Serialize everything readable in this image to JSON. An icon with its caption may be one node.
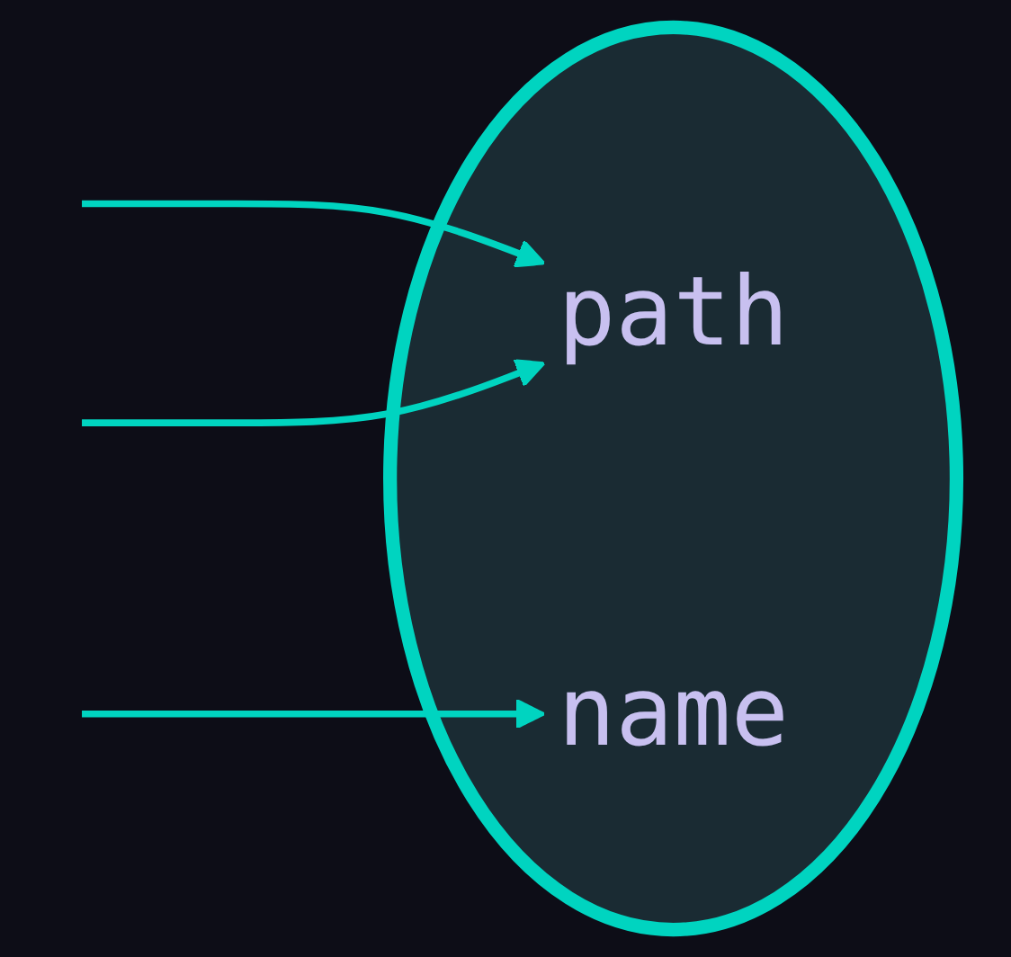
{
  "diagram": {
    "nodes": [
      {
        "text": [],
        "shape": "circle"
      },
      {
        "text": [
          "path"
        ],
        "in": 0
      },
      {
        "text": [
          "name"
        ],
        "in": 0
      }
    ],
    "edges": [
      {
        "from": null,
        "to": 1,
        "arrow": "to"
      },
      {
        "from": null,
        "to": 1,
        "arrow": "to"
      },
      {
        "from": null,
        "to": 2,
        "arrow": "to"
      }
    ]
  }
}
